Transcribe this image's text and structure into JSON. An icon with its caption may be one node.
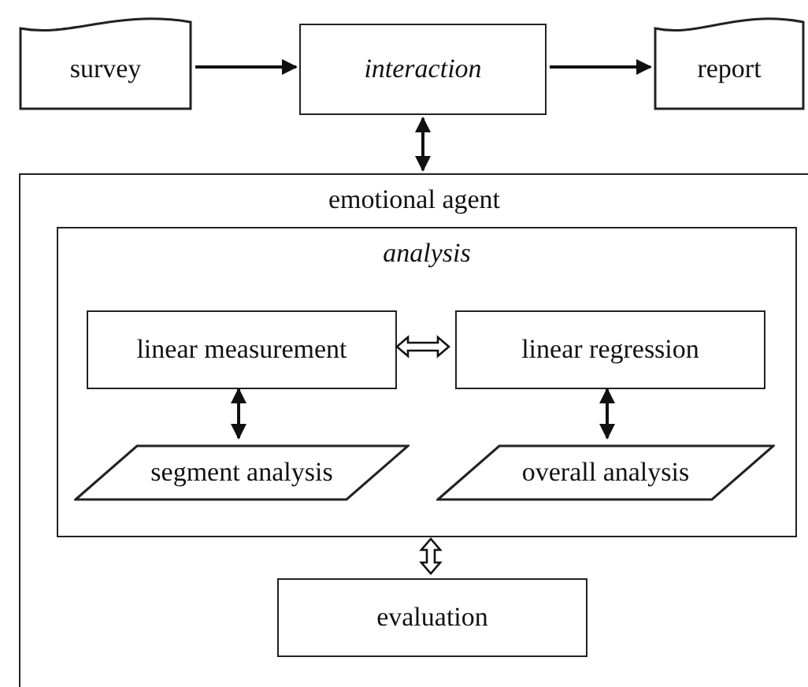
{
  "diagram": {
    "nodes": [
      {
        "text": [
          "survey"
        ]
      },
      {
        "text": [
          "interaction"
        ]
      },
      {
        "text": [
          "report"
        ]
      },
      {
        "text": [
          "emotional agent"
        ]
      },
      {
        "text": [
          "analysis"
        ],
        "in": 3
      },
      {
        "text": [
          "linear measurement"
        ],
        "in": 4
      },
      {
        "text": [
          "linear regression"
        ],
        "in": 4
      },
      {
        "text": [
          "segment analysis"
        ],
        "in": 4
      },
      {
        "text": [
          "overall analysis"
        ],
        "in": 4
      },
      {
        "text": [
          "evaluation"
        ],
        "in": 3
      }
    ],
    "edges": [
      {
        "from": 0,
        "to": 1,
        "arrow": "to"
      },
      {
        "from": 1,
        "to": 2,
        "arrow": "to"
      },
      {
        "from": 1,
        "to": 3,
        "arrow": "both"
      },
      {
        "from": 5,
        "to": 6,
        "arrow": "both",
        "style": "thick"
      },
      {
        "from": 5,
        "to": 7,
        "arrow": "both"
      },
      {
        "from": 6,
        "to": 8,
        "arrow": "both"
      },
      {
        "from": 4,
        "to": 9,
        "arrow": "both",
        "style": "thick"
      }
    ]
  }
}
